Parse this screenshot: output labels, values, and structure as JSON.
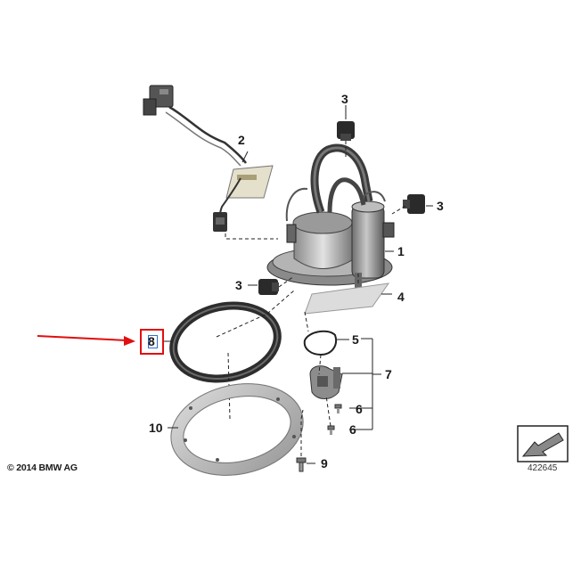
{
  "copyright": "© 2014 BMW AG",
  "reference_number": "422645",
  "callouts": {
    "c1": "1",
    "c2": "2",
    "c3a": "3",
    "c3b": "3",
    "c3c": "3",
    "c4": "4",
    "c5": "5",
    "c6a": "6",
    "c6b": "6",
    "c7": "7",
    "c8": "8",
    "c9": "9",
    "c10": "10"
  },
  "highlight": {
    "callout": "8",
    "arrow_color": "#e01010",
    "box_color": "#e01010",
    "inner_color": "#2b6fd6"
  }
}
